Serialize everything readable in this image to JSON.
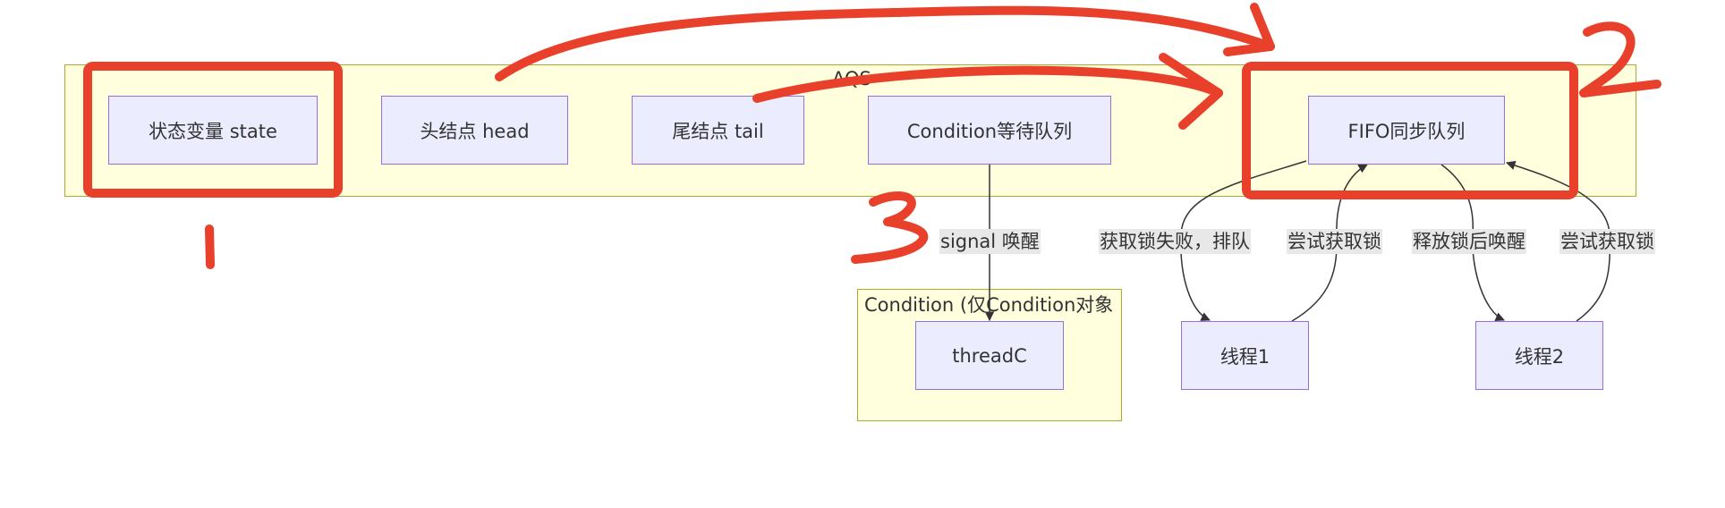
{
  "clusters": {
    "aqs": {
      "title": "AQS"
    },
    "condition": {
      "title": "Condition (仅Condition对象"
    }
  },
  "nodes": {
    "state": "状态变量 state",
    "head": "头结点 head",
    "tail": "尾结点 tail",
    "cond_queue": "Condition等待队列",
    "fifo": "FIFO同步队列",
    "threadC": "threadC",
    "thread1": "线程1",
    "thread2": "线程2"
  },
  "edge_labels": {
    "signal": "signal 唤醒",
    "fail_queue": "获取锁失败，排队",
    "try1": "尝试获取锁",
    "release_wake": "释放锁后唤醒",
    "try2": "尝试获取锁"
  },
  "colors": {
    "node_fill": "#ececff",
    "node_border": "#9370db",
    "cluster_fill": "#ffffde",
    "cluster_border": "#aaaa33",
    "annotation": "#e8402a"
  }
}
